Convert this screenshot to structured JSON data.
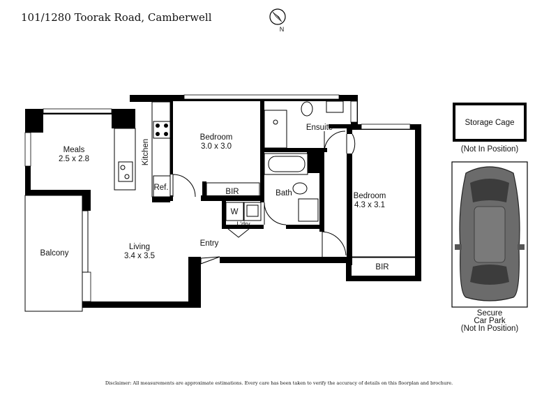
{
  "address": "101/1280 Toorak Road, Camberwell",
  "compass": {
    "label": "N"
  },
  "rooms": {
    "meals": {
      "name": "Meals",
      "dims": "2.5 x 2.8"
    },
    "kitchen": {
      "name": "Kitchen"
    },
    "ref": {
      "name": "Ref."
    },
    "bedroom1": {
      "name": "Bedroom",
      "dims": "3.0 x 3.0"
    },
    "bir1": {
      "name": "BIR"
    },
    "ensuite": {
      "name": "Ensuite"
    },
    "bath": {
      "name": "Bath"
    },
    "washer": {
      "name": "W"
    },
    "laundry": {
      "name": "L'dry"
    },
    "bedroom2": {
      "name": "Bedroom",
      "dims": "4.3 x 3.1"
    },
    "bir2": {
      "name": "BIR"
    },
    "living": {
      "name": "Living",
      "dims": "3.4 x 3.5"
    },
    "entry": {
      "name": "Entry"
    },
    "balcony": {
      "name": "Balcony"
    }
  },
  "storage": {
    "name": "Storage Cage",
    "note": "(Not In Position)"
  },
  "carpark": {
    "line1": "Secure",
    "line2": "Car Park",
    "line3": "(Not In Position)"
  },
  "disclaimer": "Disclaimer: All measurements are approximate estimations. Every care has been taken to verify the accuracy of details on this floorplan and brochure."
}
